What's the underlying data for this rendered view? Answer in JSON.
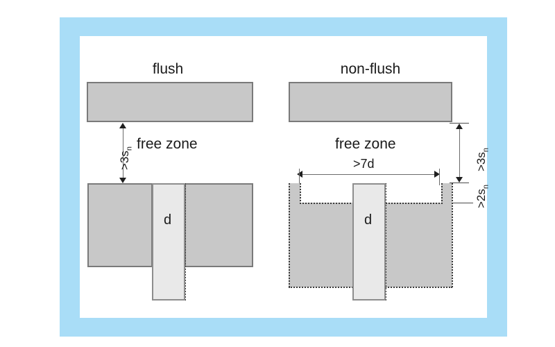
{
  "figure": {
    "frame_color": "#a9ddf7",
    "background": "#ffffff",
    "block_fill": "#c8c8c8",
    "sensor_fill": "#e9e9e9",
    "outline_color": "#7a7a7a"
  },
  "panels": [
    {
      "id": "flush",
      "title": "flush",
      "free_zone_label": "free zone",
      "vertical_dim": {
        "value": ">3s",
        "subscript": "n"
      },
      "diameter_label": "d"
    },
    {
      "id": "non-flush",
      "title": "non-flush",
      "free_zone_label": "free zone",
      "vertical_dim": {
        "value": ">3s",
        "subscript": "n"
      },
      "recess_dim": {
        "value": ">2s",
        "subscript": "n"
      },
      "width_dim": ">7d",
      "diameter_label": "d"
    }
  ]
}
